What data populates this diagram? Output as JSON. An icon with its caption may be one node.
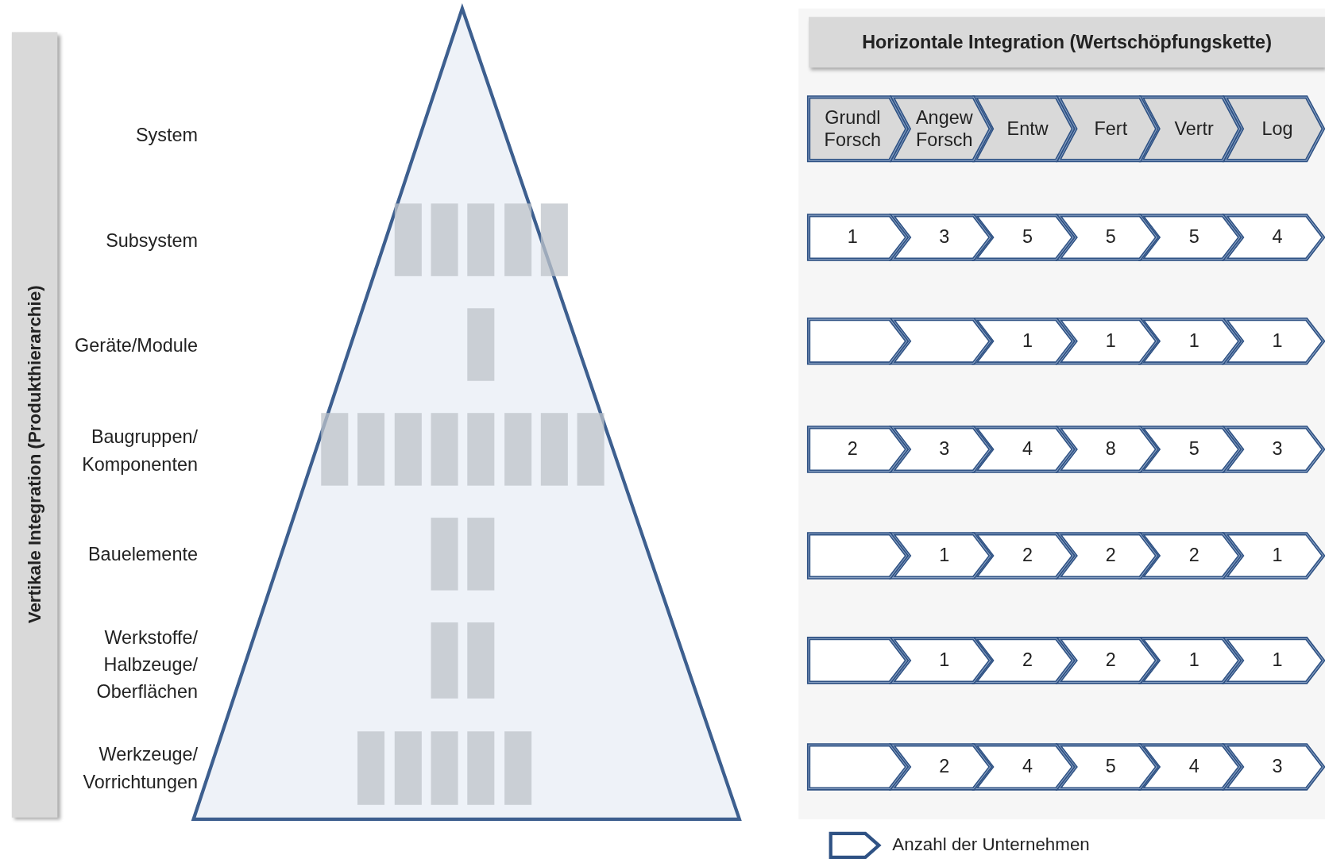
{
  "diagram": {
    "nodes": [
      {
        "text": [
          "Vertikale Integration (Produkthierarchie)"
        ]
      },
      {
        "text": [
          "Horizontale Integration (Wertschöpfungskette)"
        ]
      },
      {
        "text": [
          "Grundl Forsch"
        ]
      },
      {
        "text": [
          "Angew Forsch"
        ]
      },
      {
        "text": [
          "Entw"
        ]
      },
      {
        "text": [
          "Fert"
        ]
      },
      {
        "text": [
          "Vertr"
        ]
      },
      {
        "text": [
          "Log"
        ]
      },
      {
        "text": [
          "1"
        ]
      },
      {
        "text": [
          "3"
        ]
      },
      {
        "text": [
          "5"
        ]
      },
      {
        "text": [
          "5"
        ]
      },
      {
        "text": [
          "5"
        ]
      },
      {
        "text": [
          "4"
        ]
      },
      {
        "text": [],
        "shape": "chevron"
      },
      {
        "text": [],
        "shape": "chevron"
      },
      {
        "text": [
          "1"
        ]
      },
      {
        "text": [
          "1"
        ]
      },
      {
        "text": [
          "1"
        ]
      },
      {
        "text": [
          "1"
        ]
      },
      {
        "text": [
          "2"
        ]
      },
      {
        "text": [
          "3"
        ]
      },
      {
        "text": [
          "4"
        ]
      },
      {
        "text": [
          "8"
        ]
      },
      {
        "text": [
          "5"
        ]
      },
      {
        "text": [
          "3"
        ]
      },
      {
        "text": [],
        "shape": "chevron"
      },
      {
        "text": [
          "1"
        ]
      },
      {
        "text": [
          "2"
        ]
      },
      {
        "text": [
          "2"
        ]
      },
      {
        "text": [
          "2"
        ]
      },
      {
        "text": [
          "1"
        ]
      },
      {
        "text": [],
        "shape": "chevron"
      },
      {
        "text": [
          "1"
        ]
      },
      {
        "text": [
          "2"
        ]
      },
      {
        "text": [
          "2"
        ]
      },
      {
        "text": [
          "1"
        ]
      },
      {
        "text": [
          "1"
        ]
      },
      {
        "text": [],
        "shape": "chevron"
      },
      {
        "text": [
          "2"
        ]
      },
      {
        "text": [
          "4"
        ]
      },
      {
        "text": [
          "5"
        ]
      },
      {
        "text": [
          "4"
        ]
      },
      {
        "text": [
          "3"
        ]
      },
      {
        "text": [],
        "shape": "bar"
      },
      {
        "text": [],
        "shape": "bar"
      },
      {
        "text": [],
        "shape": "bar"
      },
      {
        "text": [],
        "shape": "bar"
      },
      {
        "text": [],
        "shape": "bar"
      },
      {
        "text": [],
        "shape": "bar"
      },
      {
        "text": [],
        "shape": "bar"
      },
      {
        "text": [],
        "shape": "bar"
      },
      {
        "text": [],
        "shape": "bar"
      },
      {
        "text": [],
        "shape": "bar"
      },
      {
        "text": [],
        "shape": "bar"
      },
      {
        "text": [],
        "shape": "bar"
      },
      {
        "text": [],
        "shape": "bar"
      },
      {
        "text": [],
        "shape": "bar"
      },
      {
        "text": [],
        "shape": "bar"
      },
      {
        "text": [],
        "shape": "bar"
      },
      {
        "text": [],
        "shape": "bar"
      },
      {
        "text": [],
        "shape": "bar"
      },
      {
        "text": [],
        "shape": "bar"
      },
      {
        "text": [],
        "shape": "bar"
      },
      {
        "text": [],
        "shape": "bar"
      },
      {
        "text": [],
        "shape": "bar"
      },
      {
        "text": [],
        "shape": "bar"
      }
    ],
    "labels": [
      "System",
      "Subsystem",
      "Geräte/Module",
      "Baugruppen/ Komponenten",
      "Bauelemente",
      "Werkstoffe/ Halbzeuge/ Oberflächen",
      "Werkzeuge/ Vorrichtungen"
    ],
    "legend": [
      {
        "text": "Anzahl der Unternehmen"
      }
    ]
  }
}
